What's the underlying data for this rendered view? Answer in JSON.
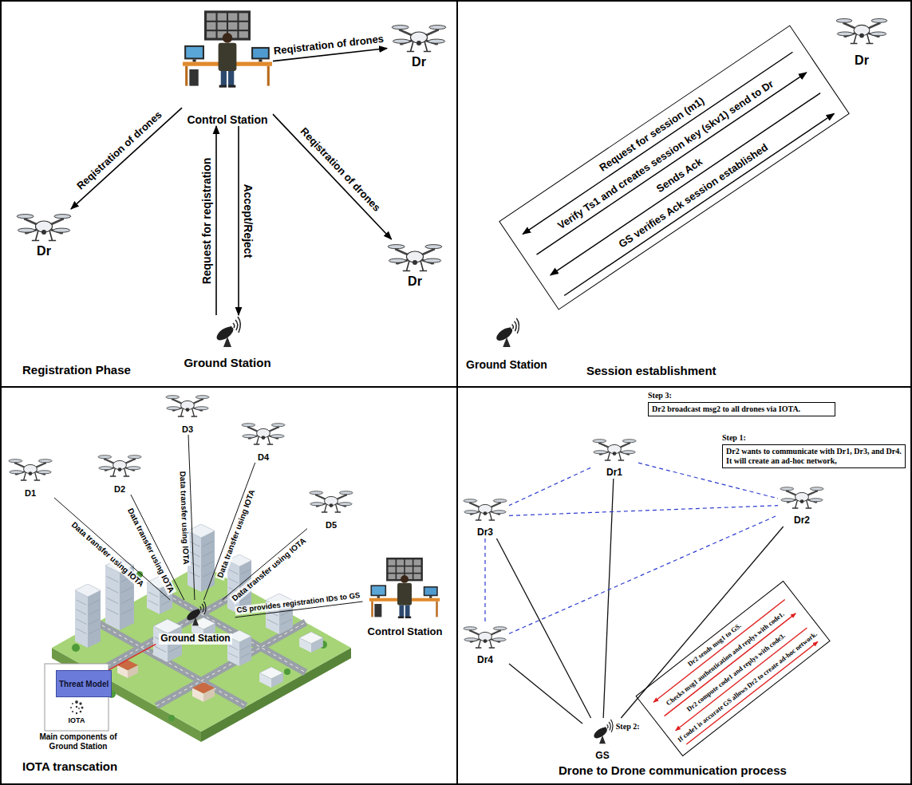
{
  "diagram": {
    "nodes": [
      {
        "text": [
          "Control Station"
        ]
      },
      {
        "text": [
          "Dr"
        ]
      },
      {
        "text": [
          "Dr"
        ]
      },
      {
        "text": [
          "Dr"
        ]
      },
      {
        "text": [
          "Ground Station"
        ]
      },
      {
        "text": [
          "Request for session (m1)",
          "Verify Ts1 and creates session key (skv1) send to Dr",
          "Sends Ack",
          "GS verifies Ack session established"
        ]
      },
      {
        "text": [
          "Dr"
        ]
      },
      {
        "text": [
          "Ground Station"
        ]
      },
      {
        "text": [
          "D1"
        ]
      },
      {
        "text": [
          "D2"
        ]
      },
      {
        "text": [
          "D3"
        ]
      },
      {
        "text": [
          "D4"
        ]
      },
      {
        "text": [
          "D5"
        ]
      },
      {
        "text": [
          "Ground Station"
        ]
      },
      {
        "text": [
          "Control Station"
        ]
      },
      {
        "text": [
          "Threat Model"
        ]
      },
      {
        "text": [
          "Step 3:",
          "Dr2 broadcast msg2 to all drones via IOTA."
        ]
      },
      {
        "text": [
          "Dr1"
        ]
      },
      {
        "text": [
          "Step 1:",
          "Dr2 wants to communicate with Dr1, Dr3, and Dr4. It will create an ad-hoc network,"
        ]
      },
      {
        "text": [
          "Dr3"
        ]
      },
      {
        "text": [
          "Dr2"
        ]
      },
      {
        "text": [
          "Dr4"
        ]
      },
      {
        "text": [
          "Step 2:",
          "Dr2 sends msg1 to GS.",
          "Checks msg1 authentication and replys with code1.",
          "Dr2 compute code1 and replys with code3.",
          "If code1 is accurate GS allows Dr2 to create ad-hoc network."
        ]
      },
      {
        "text": [
          "GS"
        ]
      }
    ],
    "edges": [
      {
        "from": 0,
        "to": 1,
        "label": "Reqistration of drones",
        "arrow": "to"
      },
      {
        "from": 0,
        "to": 2,
        "label": "Reqistration of drones",
        "arrow": "to"
      },
      {
        "from": 0,
        "to": 3,
        "label": "Reqistration of drones",
        "arrow": "to"
      },
      {
        "from": 4,
        "to": 0,
        "label": "Request for reqistration",
        "arrow": "to"
      },
      {
        "from": 0,
        "to": 4,
        "label": "Accept/Reject",
        "arrow": "to"
      },
      {
        "from": 8,
        "to": 13,
        "label": "Data transfer using IOTA",
        "arrow": "none"
      },
      {
        "from": 9,
        "to": 13,
        "label": "Data transfer using IOTA",
        "arrow": "none"
      },
      {
        "from": 10,
        "to": 13,
        "label": "Data transfer using IOTA",
        "arrow": "none"
      },
      {
        "from": 11,
        "to": 13,
        "label": "Data transfer using IOTA",
        "arrow": "none"
      },
      {
        "from": 12,
        "to": 13,
        "label": "Data transfer using IOTA",
        "arrow": "none"
      },
      {
        "from": 14,
        "to": 13,
        "label": "CS provides registration IDs to GS",
        "arrow": "none"
      },
      {
        "from": 13,
        "to": 15,
        "arrow": "none"
      },
      {
        "from": 17,
        "to": 23,
        "arrow": "none"
      },
      {
        "from": 19,
        "to": 23,
        "arrow": "none"
      },
      {
        "from": 21,
        "to": 23,
        "arrow": "none"
      },
      {
        "from": 20,
        "to": 23,
        "arrow": "none"
      },
      {
        "from": 17,
        "to": 19,
        "arrow": "none"
      },
      {
        "from": 17,
        "to": 20,
        "arrow": "none"
      },
      {
        "from": 19,
        "to": 20,
        "arrow": "none"
      },
      {
        "from": 19,
        "to": 21,
        "arrow": "none"
      },
      {
        "from": 21,
        "to": 20,
        "arrow": "none"
      }
    ],
    "labels": [
      "Registration Phase",
      "Session establishment",
      "IOTA",
      "Main components of Ground Station",
      "IOTA transcation",
      "Drone to Drone communication process"
    ]
  }
}
